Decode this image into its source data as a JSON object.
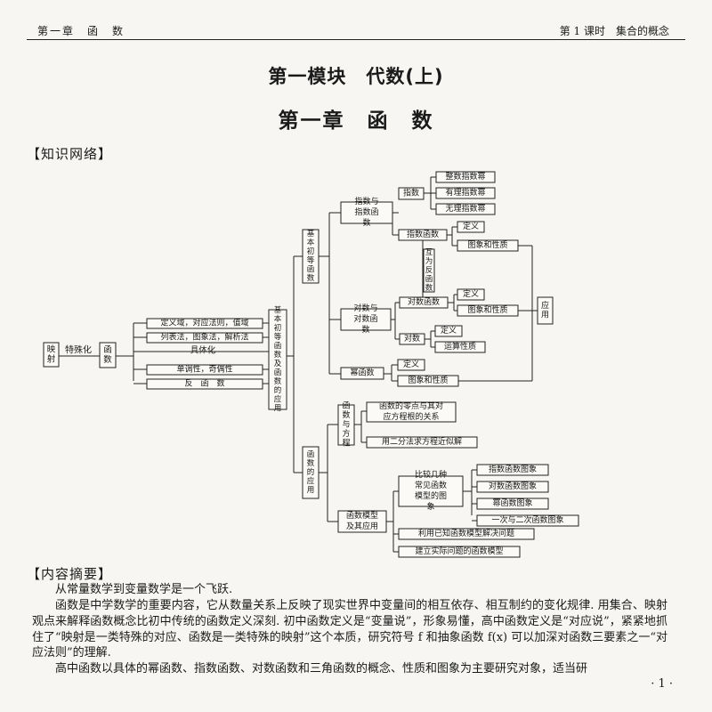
{
  "header": {
    "left": "第一章　函　数",
    "right": "第 1 课时　集合的概念"
  },
  "module_title": "第一模块　代数(上)",
  "chapter_title": "第一章　函　数",
  "section_network": "【知识网络】",
  "section_summary": "【内容摘要】",
  "diagram": {
    "root": "映射",
    "specialize": "特殊化",
    "function": "函数",
    "concretize": "具体化",
    "left_items": [
      "定义域，对应法则，值域",
      "列表法，图象法，解析法",
      "单调性，奇偶性",
      "反　函　数"
    ],
    "basic_app": "基本初等函数及函数的应用",
    "basic_funcs": "基本初等函数",
    "func_app": "函数的应用",
    "exp_group": "指数与指数函数",
    "exponent": "指数",
    "powers": [
      "整数指数幂",
      "有理指数幂",
      "无理指数幂"
    ],
    "exp_func": "指数函数",
    "definition": "定义",
    "graph_props": "图象和性质",
    "inverse_each_other": "互为反函数",
    "log_group": "对数与对数函数",
    "log_func": "对数函数",
    "logarithm": "对数",
    "ops": "运算性质",
    "power_func": "幂函数",
    "application": "应用",
    "func_eq": "函数与方程",
    "zeros": "函数的零点与其对应方程根的关系",
    "bisection": "用二分法求方程近似解",
    "model_group": "函数模型及其应用",
    "compare": "比较几种常见函数模型的图象",
    "model_graphs": [
      "指数函数图象",
      "对数函数图象",
      "幂函数图象",
      "一次与二次函数图象"
    ],
    "use_known": "利用已知函数模型解决问题",
    "build_model": "建立实际问题的函数模型"
  },
  "summary_paragraphs": [
    "从常量数学到变量数学是一个飞跃.",
    "函数是中学数学的重要内容，它从数量关系上反映了现实世界中变量间的相互依存、相互制约的变化规律. 用集合、映射观点来解释函数概念比初中传统的函数定义深刻. 初中函数定义是“变量说”，形象易懂，高中函数定义是“对应说”，紧紧地抓住了“映射是一类特殊的对应、函数是一类特殊的映射”这个本质，研究符号 f 和抽象函数 f(x) 可以加深对函数三要素之一“对应法则”的理解.",
    "高中函数以具体的幂函数、指数函数、对数函数和三角函数的概念、性质和图象为主要研究对象，适当研"
  ],
  "page_number": "· 1 ·"
}
